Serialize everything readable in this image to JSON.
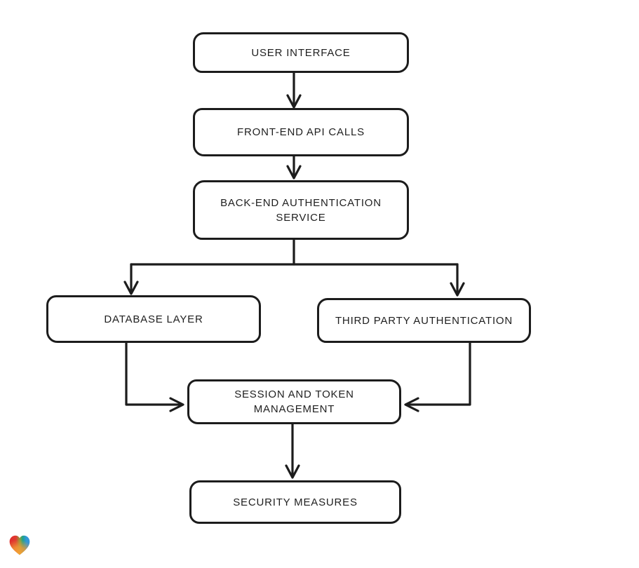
{
  "page": {
    "background": "#ffffff"
  },
  "diagram": {
    "type": "flowchart",
    "style": "hand-drawn",
    "stroke_color": "#1c1c1c",
    "text_color": "#1f1f1f",
    "node_fill": "#ffffff",
    "nodes": {
      "user_interface": {
        "label": "USER INTERFACE"
      },
      "frontend_api_calls": {
        "label": "FRONT-END API CALLS"
      },
      "backend_auth": {
        "label": "BACK-END AUTHENTICATION\nSERVICE"
      },
      "database_layer": {
        "label": "DATABASE LAYER"
      },
      "third_party_auth": {
        "label": "THIRD PARTY AUTHENTICATION"
      },
      "session_token": {
        "label": "SESSION AND TOKEN\nMANAGEMENT"
      },
      "security_measures": {
        "label": "SECURITY MEASURES"
      }
    },
    "edges": [
      {
        "from": "user_interface",
        "to": "frontend_api_calls"
      },
      {
        "from": "frontend_api_calls",
        "to": "backend_auth"
      },
      {
        "from": "backend_auth",
        "to": "database_layer"
      },
      {
        "from": "backend_auth",
        "to": "third_party_auth"
      },
      {
        "from": "database_layer",
        "to": "session_token"
      },
      {
        "from": "third_party_auth",
        "to": "session_token"
      },
      {
        "from": "session_token",
        "to": "security_measures"
      }
    ]
  },
  "logo": {
    "name": "gradient-heart-logo",
    "colors": {
      "red": "#e12d2d",
      "green": "#86a33c",
      "teal": "#1ea189",
      "blue": "#3a95d8",
      "orange": "#f7a233"
    }
  }
}
